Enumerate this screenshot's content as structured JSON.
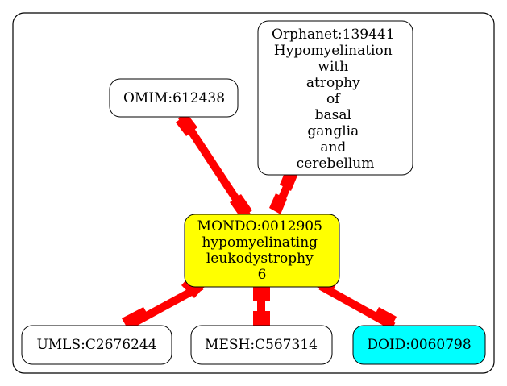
{
  "colors": {
    "edge": "#ff0000",
    "center_fill": "#ffff00",
    "highlight_fill": "#00ffff",
    "default_fill": "#ffffff",
    "stroke": "#000000"
  },
  "nodes": {
    "center": {
      "lines": [
        "MONDO:0012905",
        "hypomyelinating",
        "leukodystrophy",
        "6"
      ]
    },
    "omim": {
      "lines": [
        "OMIM:612438"
      ]
    },
    "orphanet": {
      "lines": [
        "Orphanet:139441",
        "Hypomyelination",
        "with",
        "atrophy",
        "of",
        "basal",
        "ganglia",
        "and",
        "cerebellum"
      ]
    },
    "umls": {
      "lines": [
        "UMLS:C2676244"
      ]
    },
    "mesh": {
      "lines": [
        "MESH:C567314"
      ]
    },
    "doid": {
      "lines": [
        "DOID:0060798"
      ]
    }
  }
}
